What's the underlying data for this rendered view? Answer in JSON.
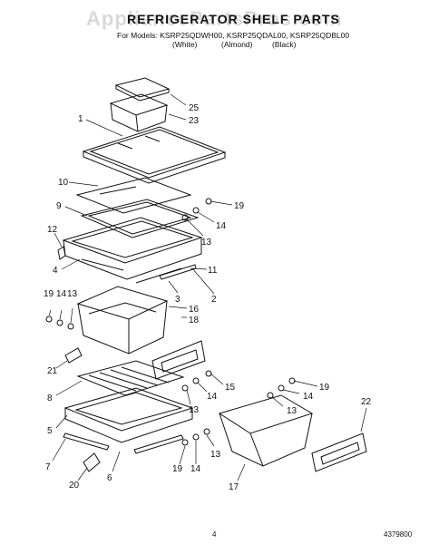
{
  "watermark": "AppliancePartsPros.com",
  "title": "REFRIGERATOR SHELF PARTS",
  "models": "For Models: KSRP25QDWH00, KSRP25QDAL00, KSRP25QDBL00",
  "colors": [
    "(White)",
    "(Almond)",
    "(Black)"
  ],
  "page_number": "4",
  "doc_number": "4379800",
  "callouts": [
    "1",
    "2",
    "3",
    "4",
    "5",
    "6",
    "7",
    "8",
    "9",
    "10",
    "11",
    "12",
    "13",
    "13",
    "13",
    "13",
    "13",
    "13",
    "14",
    "14",
    "14",
    "14",
    "14",
    "14",
    "15",
    "16",
    "17",
    "18",
    "19",
    "19",
    "19",
    "19",
    "19",
    "20",
    "21",
    "22",
    "23",
    "25"
  ]
}
